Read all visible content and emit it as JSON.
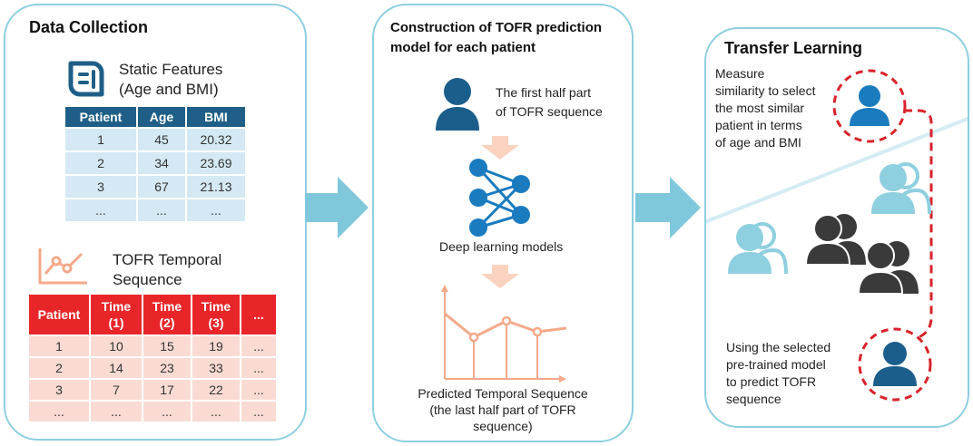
{
  "data_collection": {
    "title": "Data Collection",
    "static_features": {
      "line1": "Static Features",
      "line2": "(Age and BMI)"
    },
    "static_table": {
      "headers": [
        "Patient",
        "Age",
        "BMI"
      ],
      "rows": [
        [
          "1",
          "45",
          "20.32"
        ],
        [
          "2",
          "34",
          "23.69"
        ],
        [
          "3",
          "67",
          "21.13"
        ],
        [
          "...",
          "...",
          "..."
        ]
      ]
    },
    "tofr": {
      "line1": "TOFR Temporal",
      "line2": "Sequence"
    },
    "tofr_table": {
      "headers": [
        [
          "Patient",
          ""
        ],
        [
          "Time",
          "(1)"
        ],
        [
          "Time",
          "(2)"
        ],
        [
          "Time",
          "(3)"
        ],
        [
          "...",
          ""
        ]
      ],
      "rows": [
        [
          "1",
          "10",
          "15",
          "19",
          "..."
        ],
        [
          "2",
          "14",
          "23",
          "33",
          "..."
        ],
        [
          "3",
          "7",
          "17",
          "22",
          "..."
        ],
        [
          "...",
          "...",
          "...",
          "...",
          "..."
        ]
      ]
    }
  },
  "construction": {
    "title_line1": "Construction of TOFR prediction",
    "title_line2": "model for each patient",
    "first_half_line1": "The first half part",
    "first_half_line2": "of TOFR sequence",
    "deep_learning": "Deep learning models",
    "predicted_line1": "Predicted Temporal Sequence",
    "predicted_line2": "(the last half part of TOFR",
    "predicted_line3": "sequence)"
  },
  "transfer": {
    "title": "Transfer Learning",
    "measure_lines": [
      "Measure",
      "similarity to select",
      "the most similar",
      "patient in terms",
      "of age and BMI"
    ],
    "using_lines": [
      "Using the selected",
      "pre-trained model",
      "to predict TOFR",
      "sequence"
    ]
  },
  "colors": {
    "panel_border": "#8ecfe0",
    "table_header_blue": "#1f5f87",
    "table_cell_blue": "#d4e9f3",
    "table_header_red": "#e8262a",
    "table_cell_red": "#fadbd3",
    "arrow_blue": "#7fc8dc",
    "arrow_peach": "#fbd2c0",
    "person_dark_blue": "#1b5e8b",
    "person_mid_blue": "#1a7bbf",
    "person_light_blue": "#8ecfe0",
    "person_gray": "#3a3a3a",
    "dashed_red": "#d9232a"
  },
  "icons": [
    "book-icon",
    "line-chart-icon",
    "person-icon",
    "neural-network-icon",
    "line-plot-icon",
    "people-icon"
  ]
}
